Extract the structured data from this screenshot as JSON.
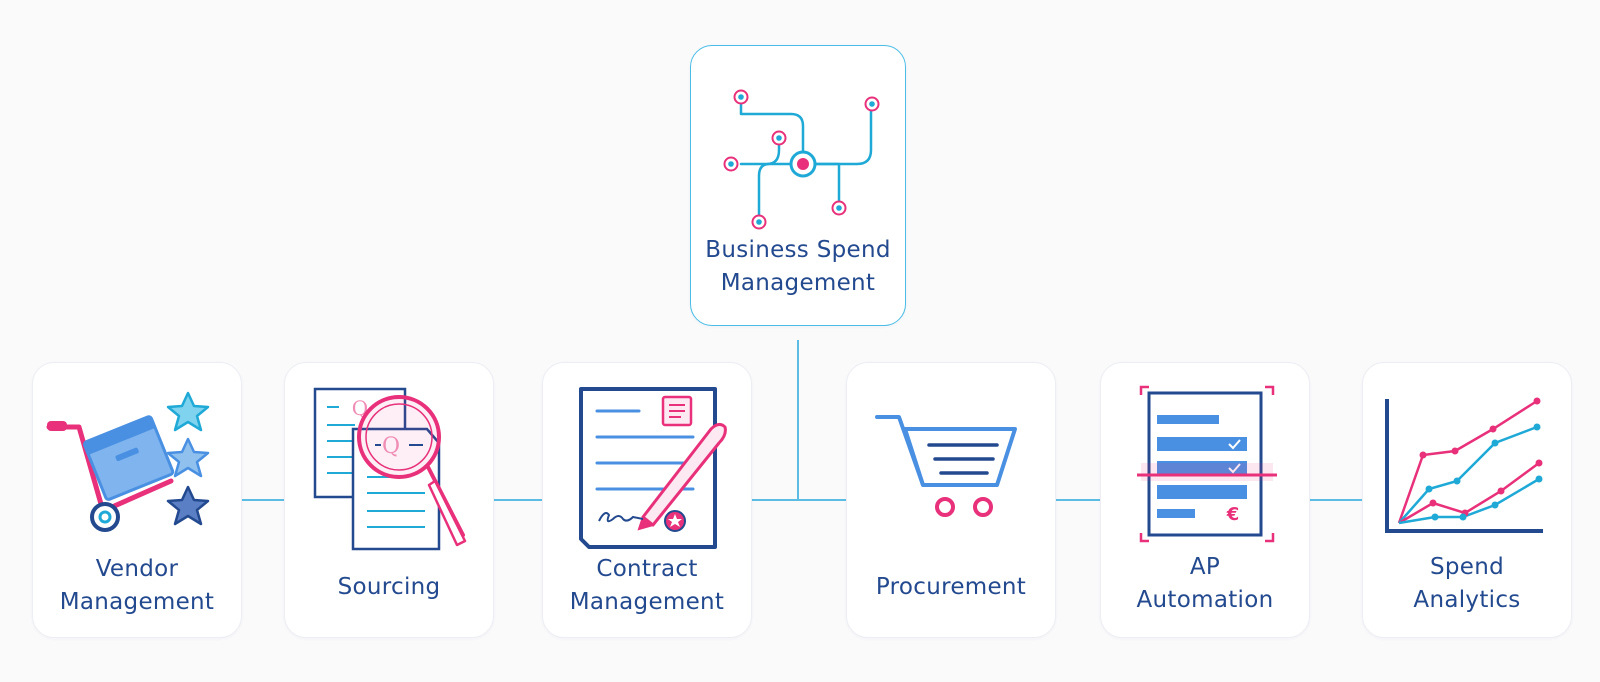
{
  "root": {
    "label_line1": "Business Spend",
    "label_line2": "Management",
    "icon": "network-node-icon"
  },
  "modules": [
    {
      "id": "vendor",
      "label_line1": "Vendor",
      "label_line2": "Management",
      "icon": "hand-truck-stars-icon"
    },
    {
      "id": "sourcing",
      "label_line1": "Sourcing",
      "label_line2": "",
      "icon": "quote-documents-magnifier-icon"
    },
    {
      "id": "contract",
      "label_line1": "Contract",
      "label_line2": "Management",
      "icon": "signed-contract-icon"
    },
    {
      "id": "procurement",
      "label_line1": "Procurement",
      "label_line2": "",
      "icon": "shopping-cart-icon"
    },
    {
      "id": "ap",
      "label_line1": "AP",
      "label_line2": "Automation",
      "icon": "invoice-scan-icon"
    },
    {
      "id": "analytics",
      "label_line1": "Spend",
      "label_line2": "Analytics",
      "icon": "line-chart-icon"
    }
  ],
  "colors": {
    "navy": "#23498f",
    "blue": "#4a90e2",
    "cyan": "#1fa9d6",
    "pink": "#e8317a",
    "connector": "#5bbde3",
    "border": "#eceef3"
  }
}
